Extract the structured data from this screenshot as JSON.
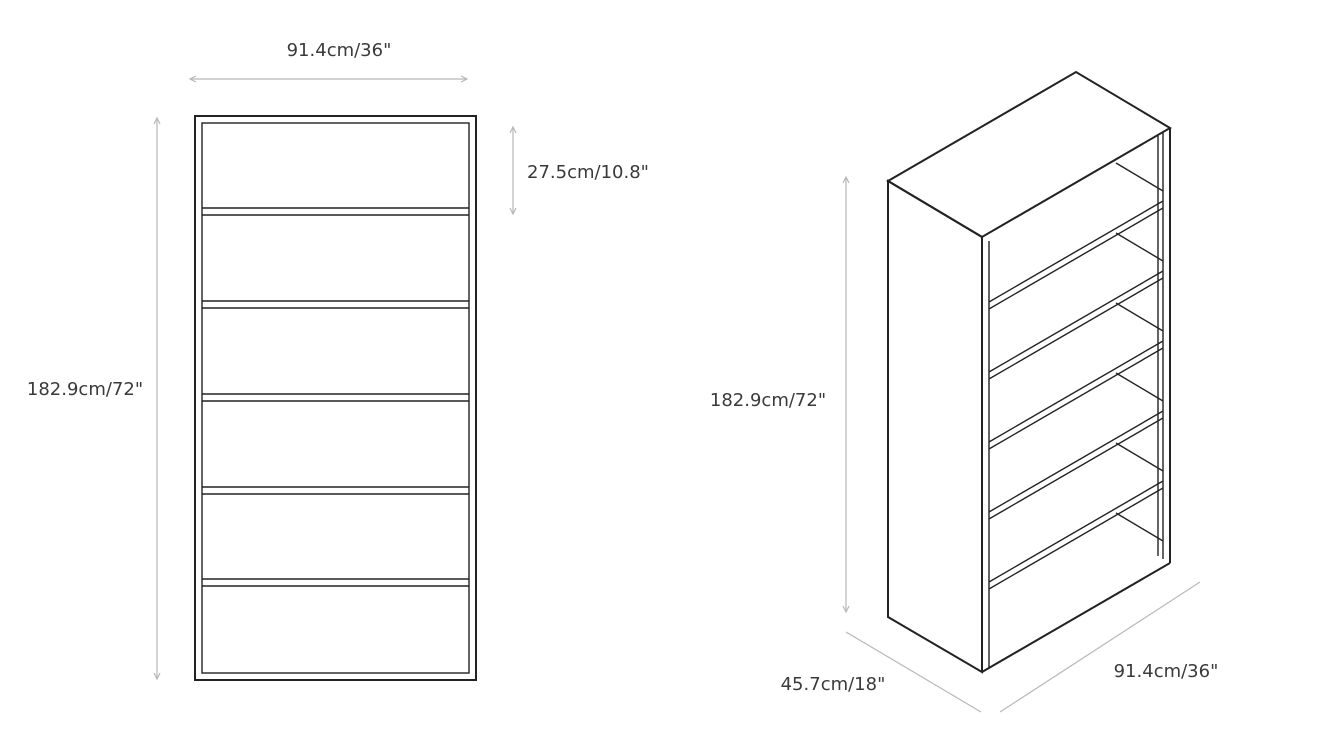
{
  "front_view": {
    "width_label": "91.4cm/36\"",
    "height_label": "182.9cm/72\"",
    "shelf_gap_label": "27.5cm/10.8\""
  },
  "iso_view": {
    "height_label": "182.9cm/72\"",
    "depth_label": "45.7cm/18\"",
    "width_label": "91.4cm/36\""
  },
  "colors": {
    "outline": "#222222",
    "dimension_line": "#b8b8b8",
    "text": "#3a3a3a"
  }
}
